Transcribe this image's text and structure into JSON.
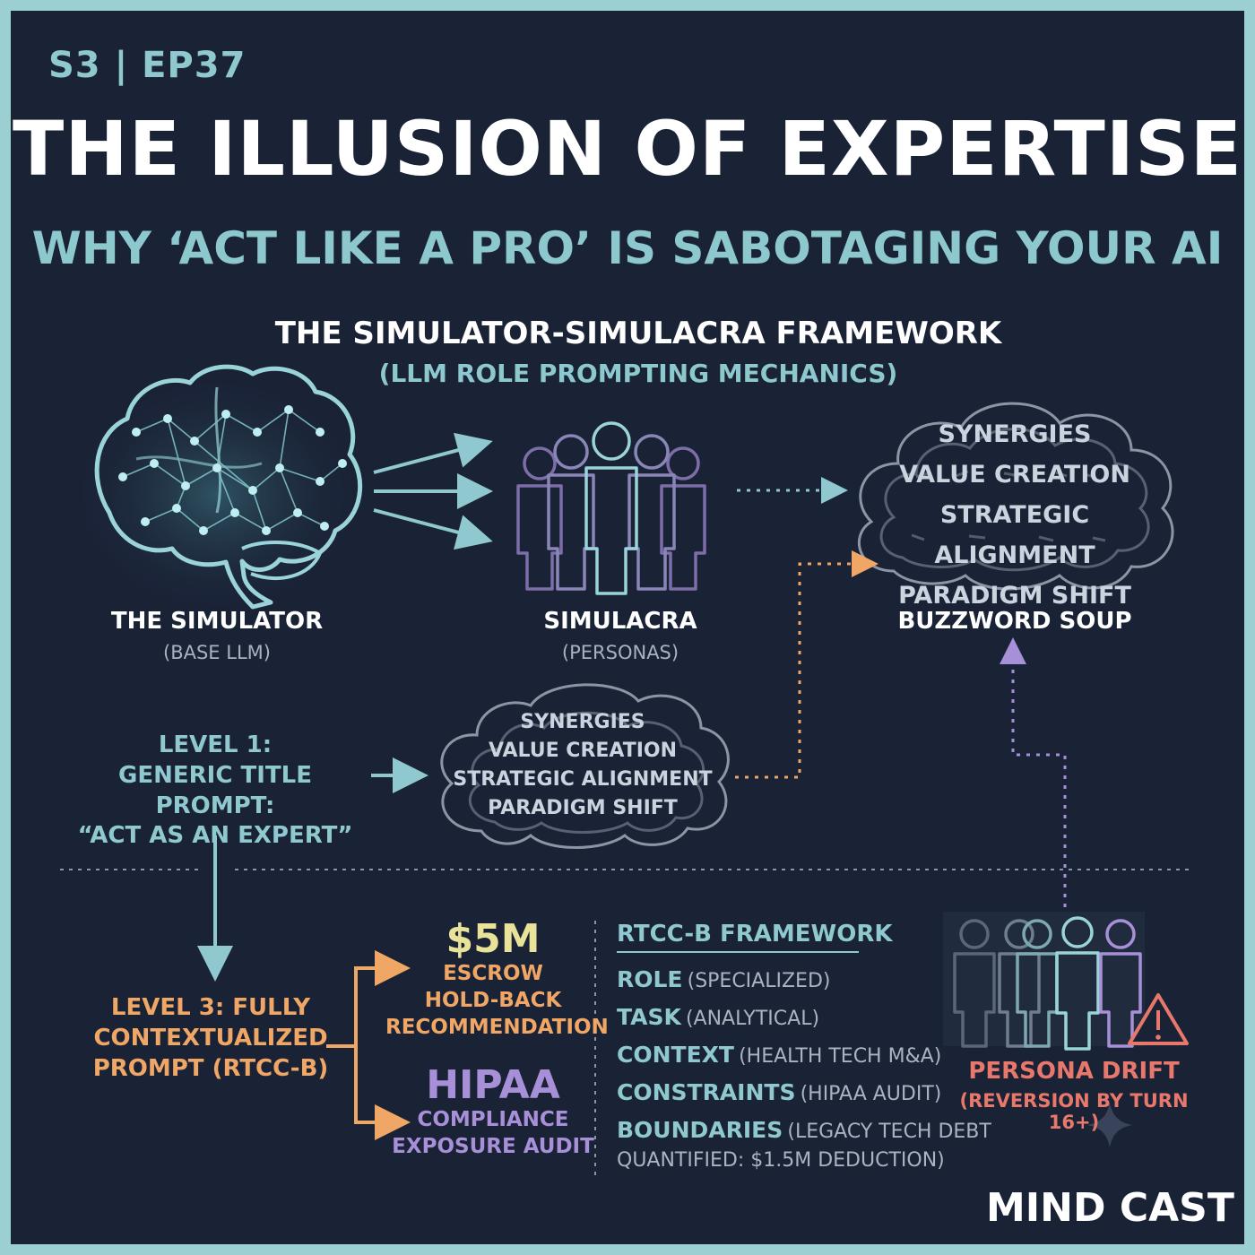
{
  "header": {
    "episode": "S3 | EP37",
    "title": "THE ILLUSION OF EXPERTISE",
    "subtitle": "WHY ‘ACT LIKE A PRO’ IS SABOTAGING YOUR AI"
  },
  "framework": {
    "title": "THE SIMULATOR-SIMULACRA FRAMEWORK",
    "subtitle": "(LLM ROLE PROMPTING MECHANICS)"
  },
  "simulator": {
    "label": "THE SIMULATOR",
    "sublabel": "(BASE LLM)"
  },
  "simulacra": {
    "label": "SIMULACRA",
    "sublabel": "(PERSONAS)"
  },
  "buzzword_soup": {
    "label": "BUZZWORD SOUP",
    "words": [
      "SYNERGIES",
      "VALUE CREATION",
      "STRATEGIC ALIGNMENT",
      "PARADIGM SHIFT"
    ]
  },
  "level1": {
    "lines": [
      "LEVEL 1:",
      "GENERIC TITLE PROMPT:",
      "“ACT AS AN EXPERT”"
    ],
    "cloud_words": [
      "SYNERGIES",
      "VALUE CREATION",
      "STRATEGIC ALIGNMENT",
      "PARADIGM SHIFT"
    ]
  },
  "level3": {
    "lines": [
      "LEVEL 3: FULLY",
      "CONTEXTUALIZED",
      "PROMPT (RTCC-B)"
    ]
  },
  "outcome_escrow": {
    "amount": "$5M",
    "lines": [
      "ESCROW",
      "HOLD-BACK",
      "RECOMMENDATION"
    ]
  },
  "outcome_hipaa": {
    "amount": "HIPAA",
    "lines": [
      "COMPLIANCE",
      "EXPOSURE AUDIT"
    ]
  },
  "rtccb": {
    "title": "RTCC-B FRAMEWORK",
    "items": [
      {
        "key": "ROLE",
        "value": "(SPECIALIZED)"
      },
      {
        "key": "TASK",
        "value": "(ANALYTICAL)"
      },
      {
        "key": "CONTEXT",
        "value": "(HEALTH TECH M&A)"
      },
      {
        "key": "CONSTRAINTS",
        "value": "(HIPAA AUDIT)"
      },
      {
        "key": "BOUNDARIES",
        "value": "(LEGACY TECH DEBT"
      }
    ],
    "boundaries_cont": "QUANTIFIED: $1.5M DEDUCTION)"
  },
  "persona_drift": {
    "label": "PERSONA DRIFT",
    "sublabel": "(REVERSION BY TURN 16+)"
  },
  "brand": "MIND CAST",
  "colors": {
    "background": "#1a2236",
    "border": "#9ccfd2",
    "teal": "#8fc9cf",
    "orange": "#f0a766",
    "purple": "#a890d8",
    "yellow": "#e9e39a",
    "red": "#e8786b"
  }
}
